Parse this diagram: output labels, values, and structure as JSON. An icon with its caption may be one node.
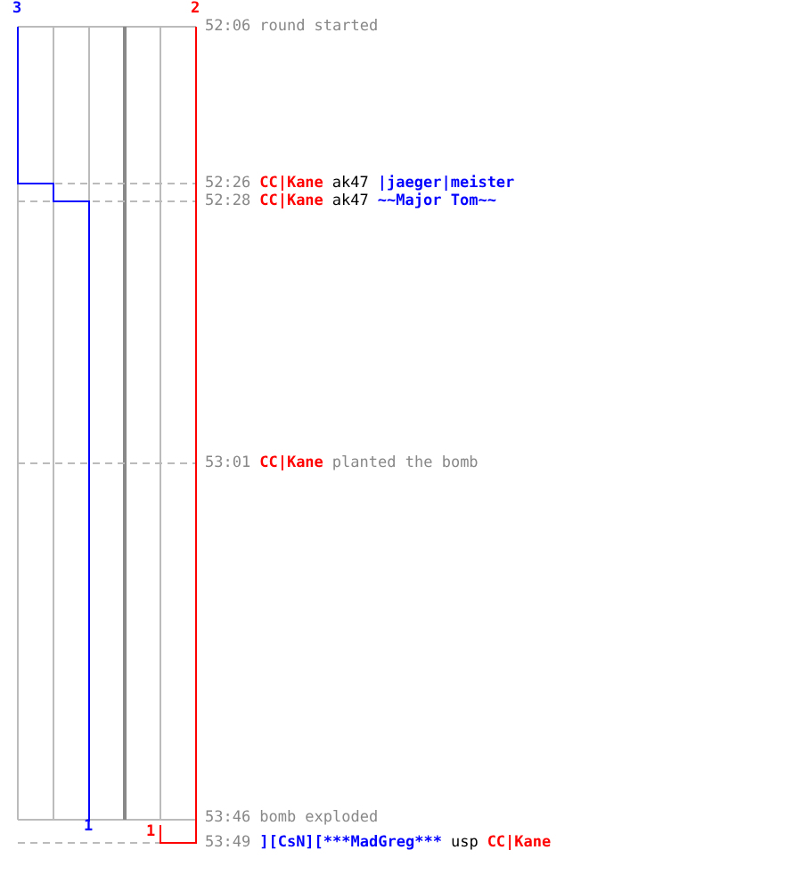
{
  "diagram": {
    "labels": [
      "3",
      "2",
      "52:06",
      "round started",
      "52:26",
      "CC|Kane",
      "ak47",
      "|jaeger|meister",
      "52:28",
      "CC|Kane",
      "ak47",
      "~~Major Tom~~",
      "53:01",
      "CC|Kane",
      "planted the bomb",
      "53:46",
      "bomb exploded",
      "1",
      "1",
      "53:49",
      "][CsN][***MadGreg***",
      "usp",
      "CC|Kane"
    ]
  }
}
